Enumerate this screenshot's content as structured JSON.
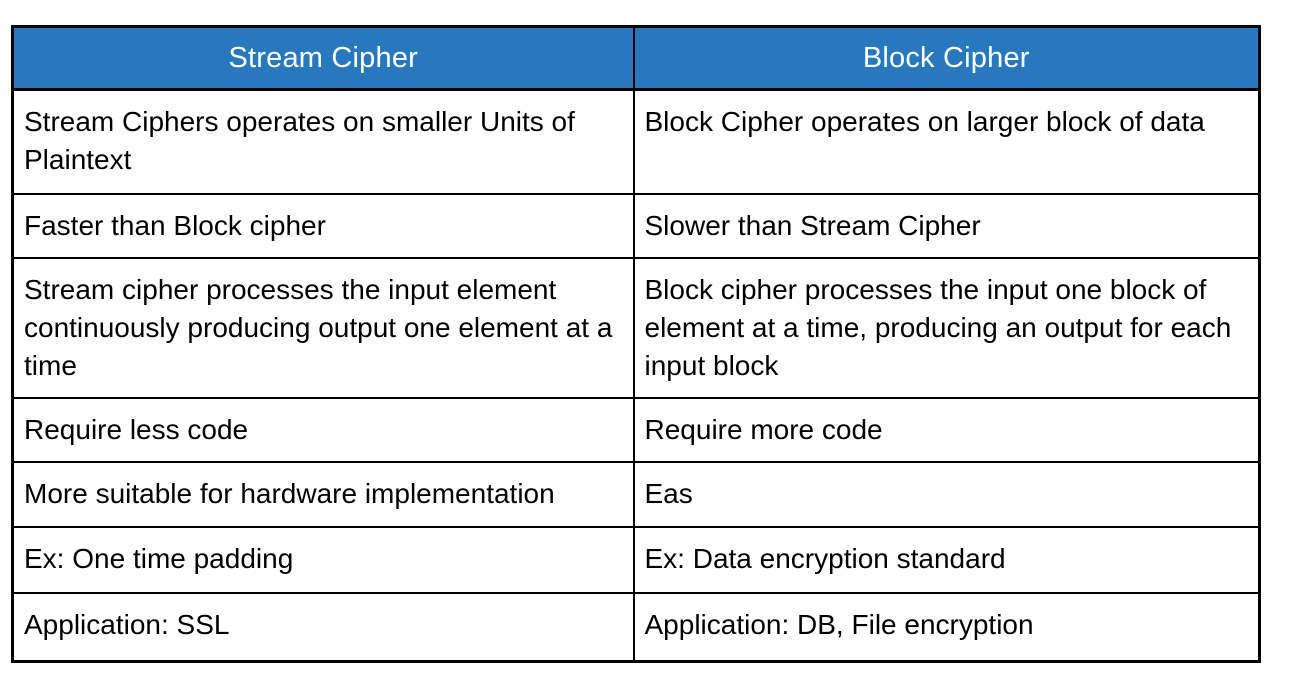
{
  "page": {
    "background": "#FFFFFF"
  },
  "table": {
    "title": "Stream Cipher vs Block Cipher comparison table",
    "colors": {
      "header_background": "#2878BE",
      "header_text": "#FFFFFF",
      "border": "#000000",
      "body_text": "#000000",
      "body_background": "#FFFFFF"
    },
    "columns": [
      {
        "header": "Stream Cipher"
      },
      {
        "header": "Block Cipher"
      }
    ],
    "rows": [
      {
        "stream": "Stream Ciphers operates on smaller Units of Plaintext",
        "block": "Block Cipher operates on larger block of data"
      },
      {
        "stream": "Faster than Block cipher",
        "block": "Slower than Stream Cipher"
      },
      {
        "stream": "Stream cipher processes the input element continuously producing output one element at a time",
        "block": "Block cipher processes the input one block of element at a time, producing an output for each input block"
      },
      {
        "stream": "Require less code",
        "block": "Require more code"
      },
      {
        "stream": "More suitable for hardware implementation",
        "block": "Eas"
      },
      {
        "stream": "Ex: One time padding",
        "block": "Ex: Data encryption standard"
      },
      {
        "stream": "Application: SSL",
        "block": "Application: DB, File encryption"
      }
    ]
  }
}
